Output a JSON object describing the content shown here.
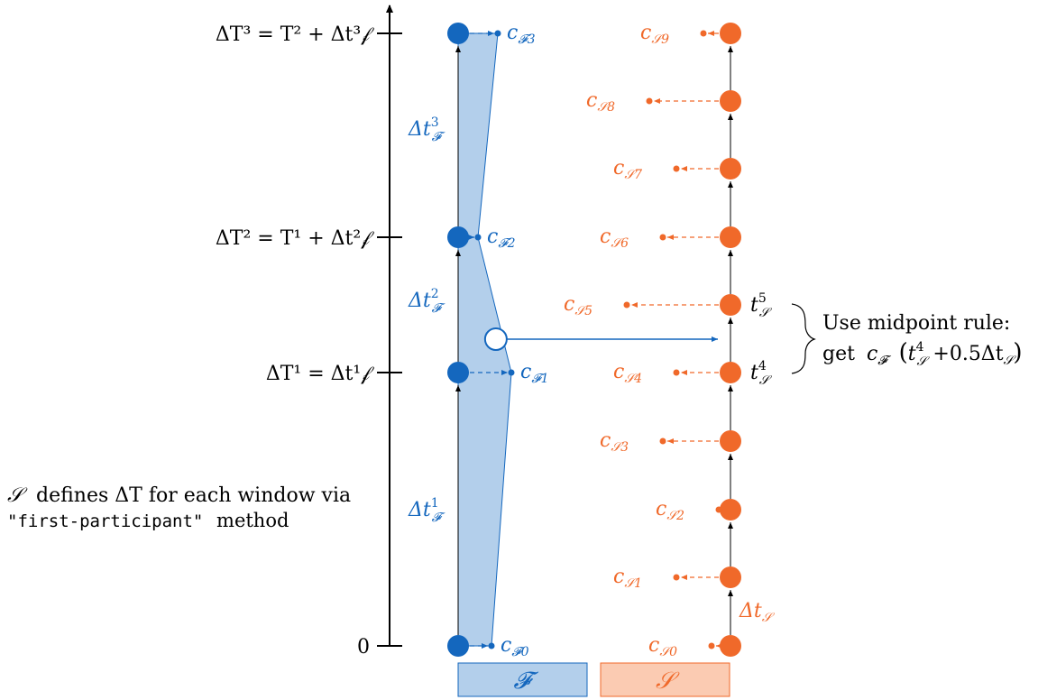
{
  "colors": {
    "fluid_blue": "#1467be",
    "fluid_fill": "#b3cfeb",
    "solid_orange": "#f0692a",
    "solid_fill": "#fbcbb2",
    "axis_black": "#000000"
  },
  "time_axis": {
    "ticks": [
      {
        "label": "0"
      },
      {
        "label": "ΔT¹ = Δt¹𝒻"
      },
      {
        "label": "ΔT² = T¹ + Δt²𝒻"
      },
      {
        "label": "ΔT³ = T² + Δt³𝒻"
      }
    ]
  },
  "annotation": {
    "line1_sym": "𝒮",
    "line1_text": "defines ΔT for each window via",
    "line2_code": "\"first-participant\"",
    "line2_text": "method"
  },
  "fluid": {
    "interval_labels": [
      {
        "base": "Δt",
        "sup": "1",
        "sub": "𝓕"
      },
      {
        "base": "Δt",
        "sup": "2",
        "sub": "𝓕"
      },
      {
        "base": "Δt",
        "sup": "3",
        "sub": "𝓕"
      }
    ],
    "checkpoints": [
      {
        "base": "c",
        "sub": "𝓕0"
      },
      {
        "base": "c",
        "sub": "𝓕1"
      },
      {
        "base": "c",
        "sub": "𝓕2"
      },
      {
        "base": "c",
        "sub": "𝓕3"
      }
    ],
    "box_label": "𝓕"
  },
  "solid": {
    "checkpoints": [
      {
        "base": "c",
        "sub": "𝒮0"
      },
      {
        "base": "c",
        "sub": "𝒮1"
      },
      {
        "base": "c",
        "sub": "𝒮2"
      },
      {
        "base": "c",
        "sub": "𝒮3"
      },
      {
        "base": "c",
        "sub": "𝒮4"
      },
      {
        "base": "c",
        "sub": "𝒮5"
      },
      {
        "base": "c",
        "sub": "𝒮6"
      },
      {
        "base": "c",
        "sub": "𝒮7"
      },
      {
        "base": "c",
        "sub": "𝒮8"
      },
      {
        "base": "c",
        "sub": "𝒮9"
      }
    ],
    "step_label": {
      "base": "Δt",
      "sub": "𝒮"
    },
    "t4_label": {
      "base": "t",
      "sup": "4",
      "sub": "𝒮"
    },
    "t5_label": {
      "base": "t",
      "sup": "5",
      "sub": "𝒮"
    },
    "box_label": "𝒮"
  },
  "midpoint": {
    "line1": "Use midpoint rule:",
    "line2_prefix": "get",
    "line2_c": "c",
    "line2_c_sub": "𝓕",
    "line2_t": "t",
    "line2_t_sup": "4",
    "line2_t_sub": "𝒮",
    "line2_rest": "+0.5Δt",
    "line2_rest_sub": "𝒮"
  }
}
